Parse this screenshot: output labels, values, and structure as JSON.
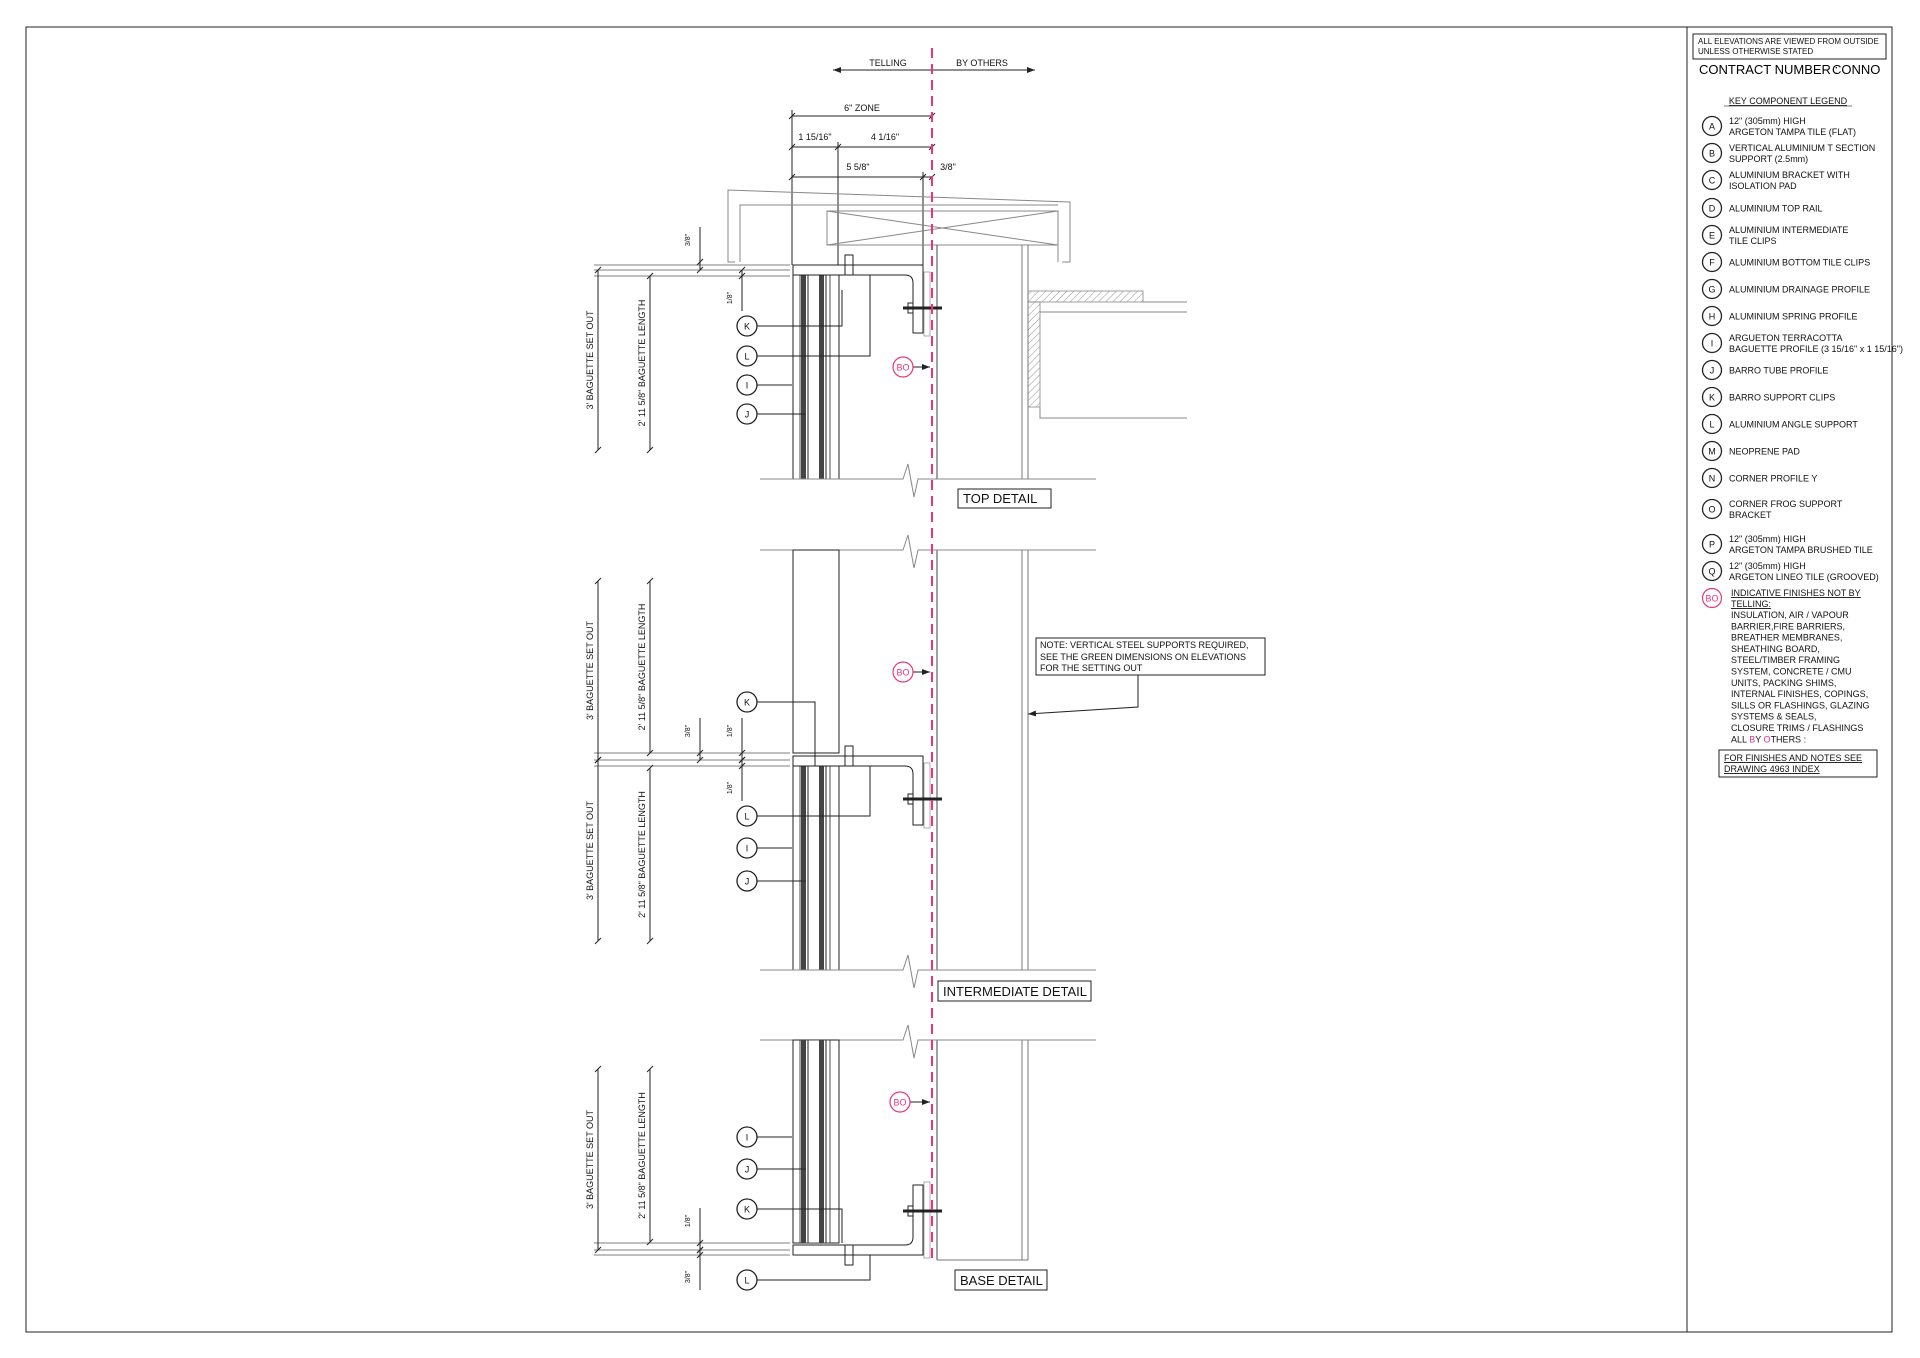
{
  "header": {
    "note": [
      "ALL ELEVATIONS ARE VIEWED FROM OUTSIDE",
      "UNLESS OTHERWISE STATED"
    ],
    "contract_label": "CONTRACT NUMBER :",
    "contract_value": "CONNO"
  },
  "legend": {
    "title": "KEY COMPONENT LEGEND",
    "items": [
      {
        "key": "A",
        "lines": [
          "12\" (305mm) HIGH",
          "ARGETON TAMPA TILE (FLAT)"
        ]
      },
      {
        "key": "B",
        "lines": [
          "VERTICAL ALUMINIUM T SECTION",
          "SUPPORT (2.5mm)"
        ]
      },
      {
        "key": "C",
        "lines": [
          "ALUMINIUM BRACKET WITH",
          "ISOLATION PAD"
        ]
      },
      {
        "key": "D",
        "lines": [
          "ALUMINIUM TOP RAIL"
        ]
      },
      {
        "key": "E",
        "lines": [
          "ALUMINIUM INTERMEDIATE",
          "TILE CLIPS"
        ]
      },
      {
        "key": "F",
        "lines": [
          "ALUMINIUM BOTTOM TILE CLIPS"
        ]
      },
      {
        "key": "G",
        "lines": [
          "ALUMINIUM DRAINAGE PROFILE"
        ]
      },
      {
        "key": "H",
        "lines": [
          "ALUMINIUM SPRING PROFILE"
        ]
      },
      {
        "key": "I",
        "lines": [
          "ARGUETON TERRACOTTA",
          "BAGUETTE  PROFILE (3 15/16\" x 1 15/16\")"
        ]
      },
      {
        "key": "J",
        "lines": [
          "BARRO TUBE PROFILE"
        ]
      },
      {
        "key": "K",
        "lines": [
          "BARRO SUPPORT CLIPS"
        ]
      },
      {
        "key": "L",
        "lines": [
          "ALUMINIUM ANGLE SUPPORT"
        ]
      },
      {
        "key": "M",
        "lines": [
          "NEOPRENE PAD"
        ]
      },
      {
        "key": "N",
        "lines": [
          "CORNER PROFILE Y"
        ]
      },
      {
        "key": "O",
        "lines": [
          "CORNER FROG SUPPORT",
          "BRACKET"
        ]
      },
      {
        "key": "P",
        "lines": [
          "12\" (305mm) HIGH",
          "ARGETON TAMPA BRUSHED TILE"
        ]
      },
      {
        "key": "Q",
        "lines": [
          "12\" (305mm) HIGH",
          "ARGETON LINEO TILE (GROOVED)"
        ]
      }
    ],
    "bo": {
      "key": "BO",
      "heading": [
        "INDICATIVE FINISHES NOT BY",
        "TELLING:"
      ],
      "lines": [
        "INSULATION, AIR / VAPOUR",
        "BARRIER,FIRE BARRIERS,",
        "BREATHER MEMBRANES,",
        "SHEATHING BOARD,",
        "STEEL/TIMBER  FRAMING",
        "SYSTEM, CONCRETE  / CMU",
        "UNITS, PACKING SHIMS,",
        "INTERNAL FINISHES, COPINGS,",
        "SILLS OR FLASHINGS, GLAZING",
        "SYSTEMS & SEALS,",
        "CLOSURE TRIMS / FLASHINGS"
      ],
      "last_line": [
        "ALL ",
        "B",
        "Y ",
        "O",
        "THERS :"
      ]
    },
    "finishes_note": [
      "FOR FINISHES AND NOTES SEE",
      "DRAWING 4963 INDEX"
    ]
  },
  "drawing": {
    "telling": "TELLING",
    "by_others": "BY OTHERS",
    "zone": "6\" ZONE",
    "dim_a": "1 15/16\"",
    "dim_b": "4 1/16\"",
    "dim_c": "5 5/8\"",
    "dim_d": "3/8\"",
    "set_out": "3' BAGUETTE SET OUT",
    "length": "2' 11 5/8\" BAGUETTE LENGTH",
    "gap_small": "1/8\"",
    "gap_large": "3/8\"",
    "bo": "BO",
    "note": [
      "NOTE: VERTICAL STEEL SUPPORTS REQUIRED,",
      "SEE THE GREEN DIMENSIONS ON ELEVATIONS",
      "FOR  THE SETTING OUT"
    ],
    "details": {
      "top": "TOP  DETAIL",
      "intermediate": "INTERMEDIATE DETAIL",
      "base": "BASE DETAIL"
    },
    "callouts": {
      "K": "K",
      "L": "L",
      "I": "I",
      "J": "J"
    }
  },
  "colors": {
    "bo_accent": "#e8357f",
    "line": "#222222"
  }
}
